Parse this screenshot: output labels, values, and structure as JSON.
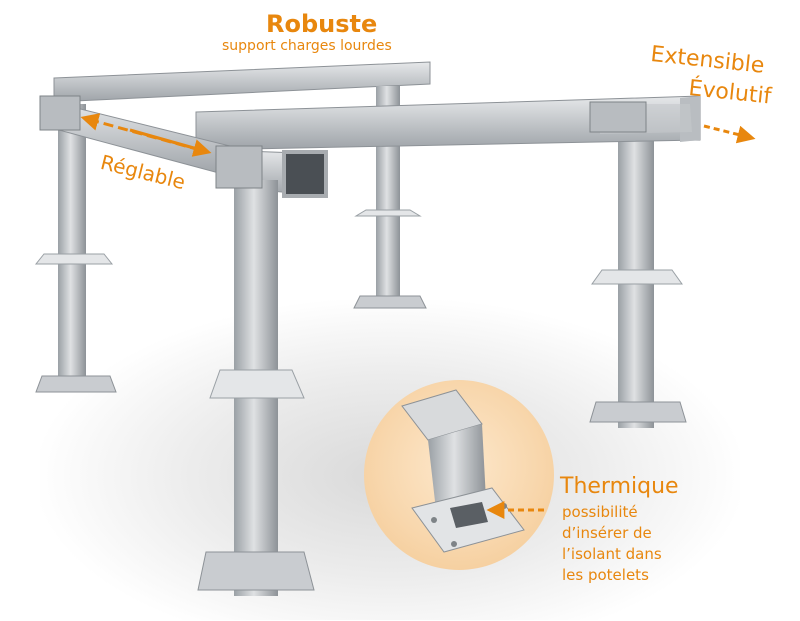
{
  "labels": {
    "robuste_title": "Robuste",
    "robuste_sub": "support charges lourdes",
    "extensible": "Extensible",
    "evolutif": "Évolutif",
    "reglable": "Réglable",
    "thermique_title": "Thermique",
    "thermique_desc": "possibilité\nd’insérer de\nl’isolant dans\nles potelets"
  },
  "colors": {
    "accent": "#e8870e",
    "steel_light": "#d4d6d8",
    "steel_mid": "#aeb2b6",
    "steel_dark": "#7e8387"
  }
}
